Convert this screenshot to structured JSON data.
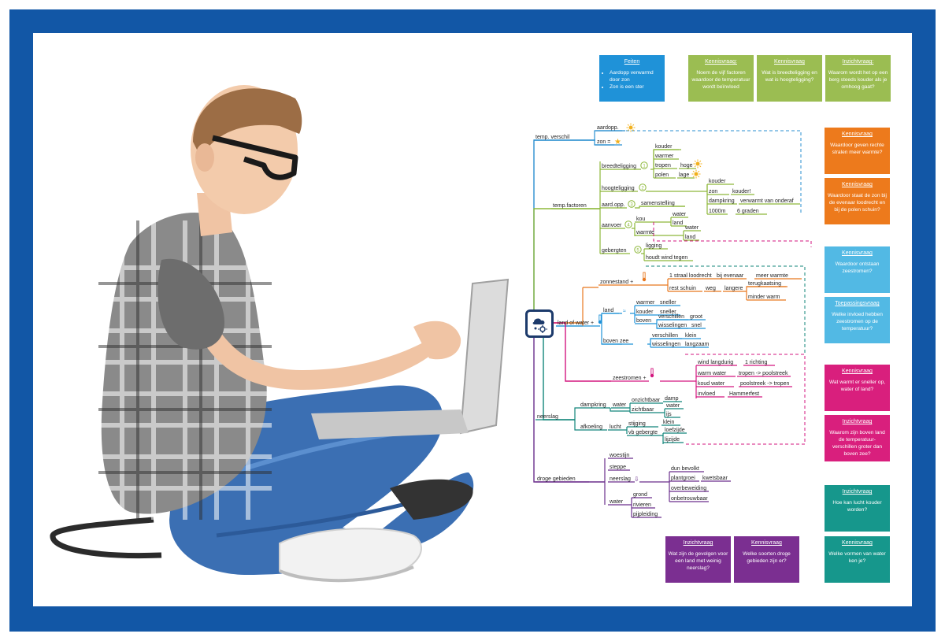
{
  "colors": {
    "frame": "#1257a6",
    "temp_verschil": "#2a8fd0",
    "temp_factoren": "#8db83a",
    "land_of_water": "#e8781f",
    "zeestromen": "#d3167f",
    "neerslag": "#12857a",
    "droge_gebieden": "#6a2e8c",
    "card_blue": "#1f92d8",
    "card_lime": "#9bbd52",
    "card_orange": "#ed7a1c",
    "card_lightblue": "#52b9e4",
    "card_magenta": "#d91f7d",
    "card_teal": "#16978c",
    "card_purple": "#7b2f91"
  },
  "center": {
    "icon": "weather-icon"
  },
  "branches": {
    "temp_verschil": {
      "label": "temp. verschil",
      "nodes": [
        "aardopp.",
        "zon ="
      ],
      "icons": [
        "aardopp-icon",
        "sun-icon",
        "star-icon"
      ]
    },
    "temp_factoren": {
      "label": "temp.factoren",
      "breedteligging": {
        "label": "breedteligging",
        "num": "1",
        "items": [
          "kouder",
          "warmer",
          "tropen",
          "polen"
        ],
        "extra": [
          "hoge",
          "lage"
        ]
      },
      "hoogteligging": {
        "label": "hoogteligging",
        "num": "2",
        "items": [
          "kouder",
          "zon",
          "dampkring",
          "1000m"
        ],
        "extra": [
          "kouder!",
          "verwarmt van onderaf",
          "6 graden"
        ]
      },
      "aardopp": {
        "label": "aard.opp.",
        "num": "3",
        "items": [
          "samenstelling"
        ]
      },
      "aanvoer": {
        "label": "aanvoer",
        "num": "4",
        "items": [
          "kou",
          "warmte"
        ],
        "sub": [
          "water",
          "land",
          "water",
          "land"
        ]
      },
      "gebergten": {
        "label": "gebergten",
        "num": "5",
        "items": [
          "ligging",
          "houdt wind tegen"
        ]
      }
    },
    "land_of_water": {
      "label": "land of water +",
      "zonnestand": {
        "label": "zonnestand +",
        "items": [
          "1 straal loodrecht",
          "rest schuin",
          "bij evenaar",
          "meer warmte",
          "weg",
          "langere",
          "terugkaatsing",
          "minder warm"
        ]
      },
      "land": {
        "label": "land",
        "items": [
          "warmer",
          "kouder",
          "boven",
          "sneller",
          "sneller",
          "verschillen",
          "wisselingen",
          "groot",
          "snel"
        ]
      },
      "boven_zee": {
        "label": "boven zee",
        "items": [
          "verschillen",
          "wisselingen",
          "klein",
          "langzaam"
        ]
      }
    },
    "zeestromen": {
      "label": "zeestromen +",
      "items": [
        "wind langdurig",
        "1 richting",
        "warm water",
        "tropen -> poolstreek",
        "koud water",
        "poolstreek -> tropen",
        "invloed",
        "Hammerfest"
      ]
    },
    "neerslag": {
      "label": "neerslag",
      "dampkring": {
        "label": "dampkring",
        "items": [
          "water",
          "onzichtbaar",
          "zichtbaar",
          "damp",
          "water",
          "ijs"
        ]
      },
      "afkoeling": {
        "label": "afkoeling",
        "items": [
          "lucht",
          "stijging",
          "vb gebergte",
          "klein",
          "loefzijde",
          "lijzijde"
        ]
      }
    },
    "droge_gebieden": {
      "label": "droge gebieden",
      "items": [
        "woestijn",
        "steppe",
        "neerslag",
        "water"
      ],
      "neerslag_sub": [
        "dun bevolkt",
        "plantgroei",
        "kwetsbaar",
        "overbeweiding",
        "onbetrouwbaar"
      ],
      "water_sub": [
        "grond",
        "rivieren",
        "pijpleiding"
      ]
    }
  },
  "cards": [
    {
      "title": "Feiten",
      "bullets": [
        "Aardopp verwarmd door zon",
        "Zon is een ster"
      ],
      "color": "#1f92d8"
    },
    {
      "title": "Kennisvraag:",
      "text": "Noem de vijf factoren waardoor de temperatuur wordt beïnvloed",
      "color": "#9bbd52"
    },
    {
      "title": "Kennisvraag",
      "text": "Wat is breedteligging en wat is hoogteligging?",
      "color": "#9bbd52"
    },
    {
      "title": "Inzichtvraag:",
      "text": "Waarom wordt het op een berg steeds kouder als je omhoog gaat?",
      "color": "#9bbd52"
    },
    {
      "title": "Kennisvraag",
      "text": "Waardoor geven rechte stralen meer warmte?",
      "color": "#ed7a1c"
    },
    {
      "title": "Kennisvraag",
      "text": "Waardoor staat de zon bij de evenaar loodrecht en bij de polen schuin?",
      "color": "#ed7a1c"
    },
    {
      "title": "Kennisvraag",
      "text": "Waardoor ontstaan zeestromen?",
      "color": "#52b9e4"
    },
    {
      "title": "Toepassingsvraag",
      "text": "Welke invloed hebben zeestromen op de temperatuur?",
      "color": "#52b9e4"
    },
    {
      "title": "Kennisvraag",
      "text": "Wat warmt er sneller op, water of land?",
      "color": "#d91f7d"
    },
    {
      "title": "Inzichtvraag",
      "text": "Waarom zijn boven land de temperatuur-verschillen groter dan boven zee?",
      "color": "#d91f7d"
    },
    {
      "title": "Inzichtvraag",
      "text": "Hoe kan lucht kouder worden?",
      "color": "#16978c"
    },
    {
      "title": "Kennisvraag",
      "text": "Welke vormen van water ken je?",
      "color": "#16978c"
    },
    {
      "title": "Inzichtvraag",
      "text": "Wat zijn de gevolgen voor een land met weinig neerslag?",
      "color": "#7b2f91"
    },
    {
      "title": "Kennisvraag",
      "text": "Welke soorten droge gebieden zijn er?",
      "color": "#7b2f91"
    }
  ],
  "illustration": {
    "subject": "boy-with-laptop"
  }
}
